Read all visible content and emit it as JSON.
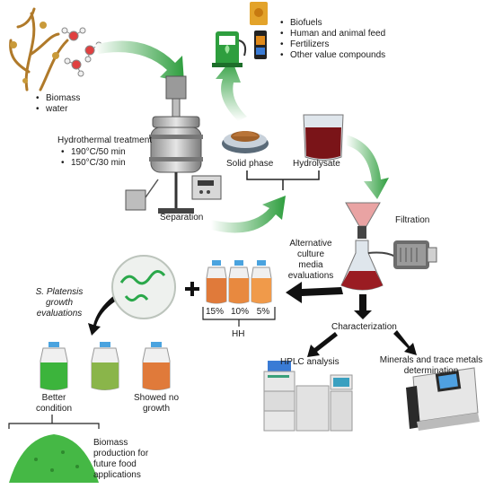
{
  "inputs": {
    "items": [
      "Biomass",
      "water"
    ]
  },
  "treatment": {
    "title": "Hydrothermal treatment",
    "conditions": [
      "190°C/50 min",
      "150°C/30 min"
    ]
  },
  "separation_label": "Separation",
  "solid_phase_label": "Solid phase",
  "hydrolysate_label": "Hydrolysate",
  "products": {
    "items": [
      "Biofuels",
      "Human and animal feed",
      "Fertilizers",
      "Other value compounds"
    ]
  },
  "filtration_label": "Filtration",
  "media_eval": {
    "lines": [
      "Alternative",
      "culture",
      "media",
      "evaluations"
    ]
  },
  "hh": {
    "percents": [
      "15%",
      "10%",
      "5%"
    ],
    "label": "HH"
  },
  "growth_eval": {
    "lines": [
      "S. Platensis",
      "growth",
      "evaluations"
    ]
  },
  "results": {
    "better": [
      "Better",
      "condition"
    ],
    "no_growth": [
      "Showed no",
      "growth"
    ]
  },
  "biomass_prod": {
    "lines": [
      "Biomass",
      "production for",
      "future food",
      "applications"
    ]
  },
  "characterization_label": "Characterization",
  "hplc_label": "HPLC analysis",
  "minerals": {
    "lines": [
      "Minerals and trace metals",
      "determination"
    ]
  },
  "colors": {
    "arrow_green": "#2e9e3e",
    "hydrolysate": "#7a1418",
    "culture_green": "#3cb43c",
    "culture_orange": "#e07a3a"
  }
}
